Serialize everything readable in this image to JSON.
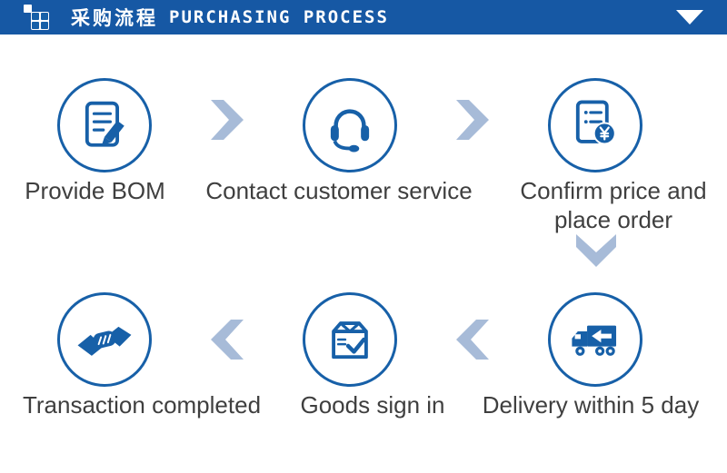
{
  "header": {
    "title_zh": "采购流程",
    "title_en": "PURCHASING PROCESS",
    "collapse_icon": "chevron-down-icon",
    "logo_icon": "grid-tiles-logo"
  },
  "colors": {
    "header_bg": "#1658a4",
    "icon_blue": "#1760a8",
    "arrow_blue": "#a7bbd8",
    "label_text": "#3f3f3f"
  },
  "flow": {
    "top_row": [
      {
        "id": "provide-bom",
        "label": "Provide BOM",
        "icon": "document-pencil-icon"
      },
      {
        "id": "contact-customer-service",
        "label": "Contact customer service",
        "icon": "headset-icon"
      },
      {
        "id": "confirm-price-place-order",
        "label": "Confirm price and place order",
        "icon": "invoice-yen-icon"
      }
    ],
    "bottom_row": [
      {
        "id": "delivery-within-5-day",
        "label": "Delivery within 5 day",
        "icon": "delivery-truck-icon"
      },
      {
        "id": "goods-sign-in",
        "label": "Goods sign in",
        "icon": "package-check-icon"
      },
      {
        "id": "transaction-completed",
        "label": "Transaction completed",
        "icon": "handshake-icon"
      }
    ]
  }
}
